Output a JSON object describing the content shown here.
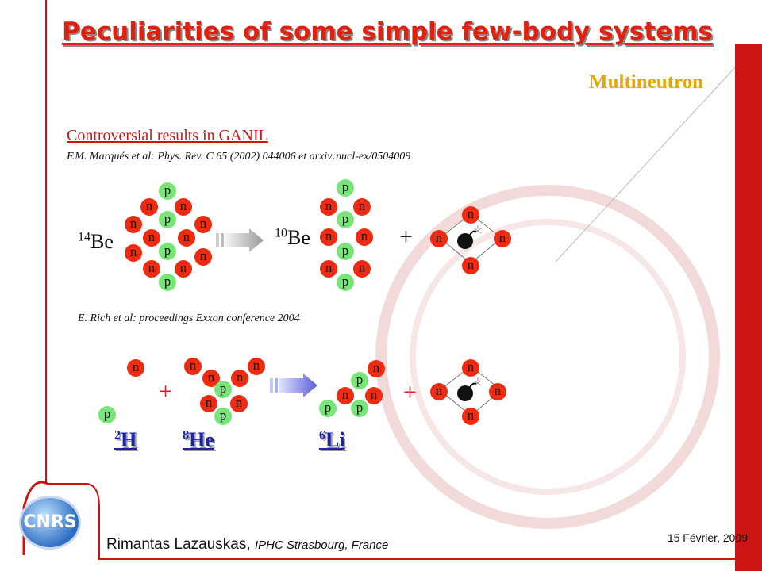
{
  "header": {
    "title": "Peculiarities of some simple few-body systems",
    "subtitle": "Multineutron"
  },
  "section": {
    "heading": "Controversial results in GANIL",
    "ref1": "F.M. Marqués et al: Phys. Rev. C 65 (2002) 044006 et arxiv:nucl-ex/0504009",
    "ref2": "E. Rich et al: proceedings  Exxon conference 2004"
  },
  "row1": {
    "be14_mass": "14",
    "be14_symbol": "Be",
    "be10_mass": "10",
    "be10_symbol": "Be",
    "plus": "+"
  },
  "row2": {
    "plus1": "+",
    "plus2": "+",
    "h_mass": "2",
    "h_symbol": "H",
    "he_mass": "8",
    "he_symbol": "He",
    "li_mass": "6",
    "li_symbol": "Li"
  },
  "particles": {
    "n": "n",
    "p": "p"
  },
  "footer": {
    "author": "Rimantas Lazauskas,",
    "affiliation": "IPHC Strasbourg, France",
    "date": "15 Février, 2009",
    "logo_text": "CNRS"
  },
  "colors": {
    "accent_red": "#cc1414",
    "title_red": "#e02010",
    "subtitle_gold": "#e8a800",
    "neutron": "#ee2a10",
    "proton": "#77e577",
    "nuclei_blue": "#1a22aa"
  },
  "icons": [
    "bomb-icon",
    "arrow-right-icon",
    "cnrs-logo"
  ]
}
